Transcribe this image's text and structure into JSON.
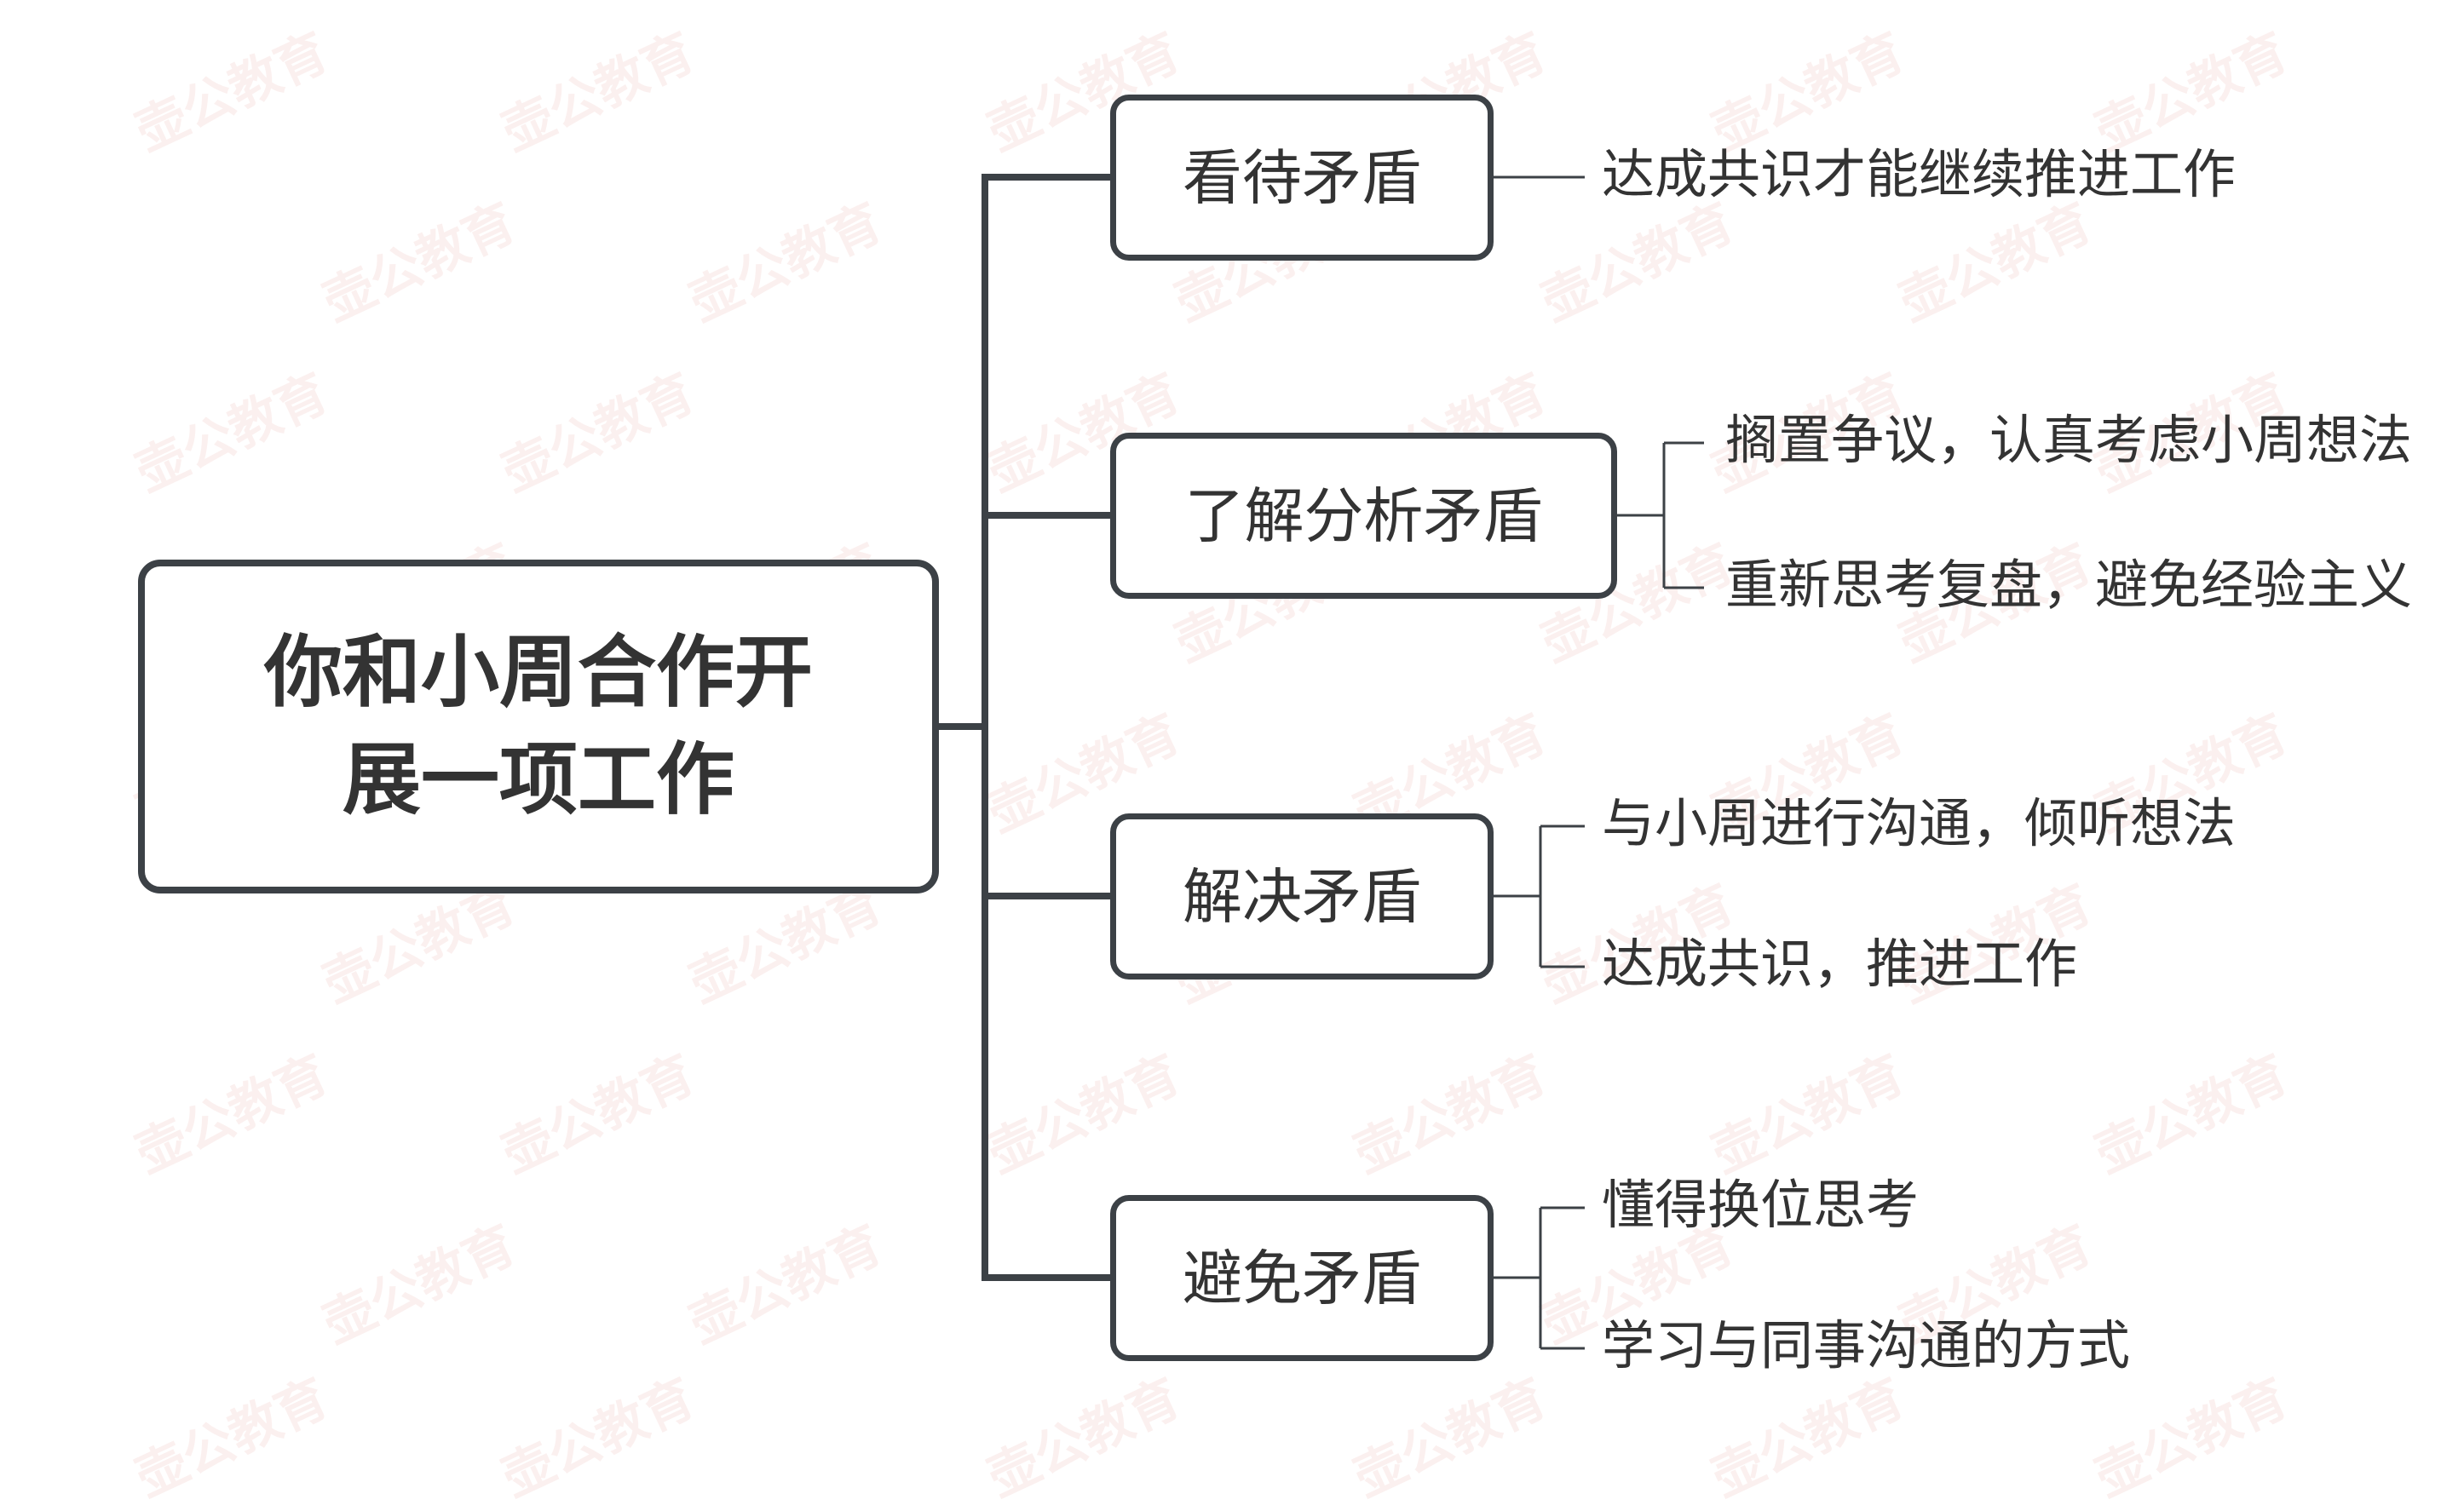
{
  "root": {
    "line1": "你和小周合作开",
    "line2": "展一项工作"
  },
  "branches": [
    {
      "label": "看待矛盾",
      "leaves": [
        "达成共识才能继续推进工作"
      ]
    },
    {
      "label": "了解分析矛盾",
      "leaves": [
        "搁置争议，认真考虑小周想法",
        "重新思考复盘，避免经验主义"
      ]
    },
    {
      "label": "解决矛盾",
      "leaves": [
        "与小周进行沟通，倾听想法",
        "达成共识，推进工作"
      ]
    },
    {
      "label": "避免矛盾",
      "leaves": [
        "懂得换位思考",
        "学习与同事沟通的方式"
      ]
    }
  ],
  "watermark": "壶公教育",
  "colors": {
    "line": "#3c4146",
    "text": "#333333",
    "watermark": "#e8a8a0"
  }
}
